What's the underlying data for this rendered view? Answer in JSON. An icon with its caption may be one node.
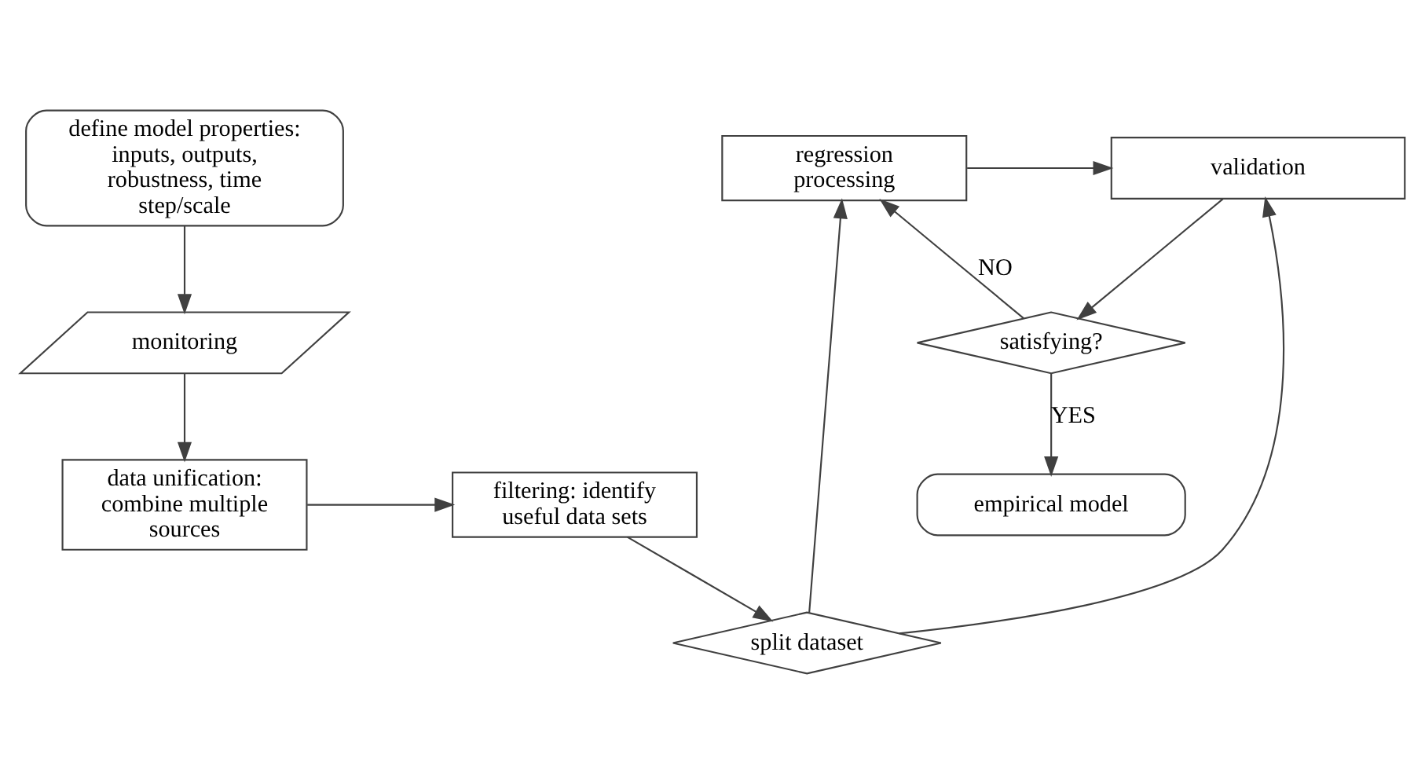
{
  "diagram": {
    "nodes": [
      {
        "text": [
          "define model properties: inputs, outputs, robustness, time step/scale"
        ]
      },
      {
        "text": [
          "monitoring"
        ]
      },
      {
        "text": [
          "data unification: combine multiple sources"
        ]
      },
      {
        "text": [
          "filtering: identify useful data sets"
        ]
      },
      {
        "text": [
          "split dataset"
        ]
      },
      {
        "text": [
          "regression processing"
        ]
      },
      {
        "text": [
          "validation"
        ]
      },
      {
        "text": [
          "satisfying?"
        ]
      },
      {
        "text": [
          "empirical model"
        ]
      }
    ],
    "edges": [
      {
        "from": 0,
        "to": 1,
        "arrow": "to"
      },
      {
        "from": 1,
        "to": 2,
        "arrow": "to"
      },
      {
        "from": 2,
        "to": 3,
        "arrow": "to"
      },
      {
        "from": 3,
        "to": 4,
        "arrow": "to"
      },
      {
        "from": 4,
        "to": 5,
        "arrow": "to"
      },
      {
        "from": 5,
        "to": 6,
        "arrow": "to"
      },
      {
        "from": 4,
        "to": 6,
        "arrow": "to"
      },
      {
        "from": 6,
        "to": 7,
        "arrow": "to"
      },
      {
        "from": 7,
        "to": 5,
        "arrow": "to",
        "label": "NO"
      },
      {
        "from": 7,
        "to": 8,
        "arrow": "to",
        "label": "YES"
      }
    ]
  }
}
